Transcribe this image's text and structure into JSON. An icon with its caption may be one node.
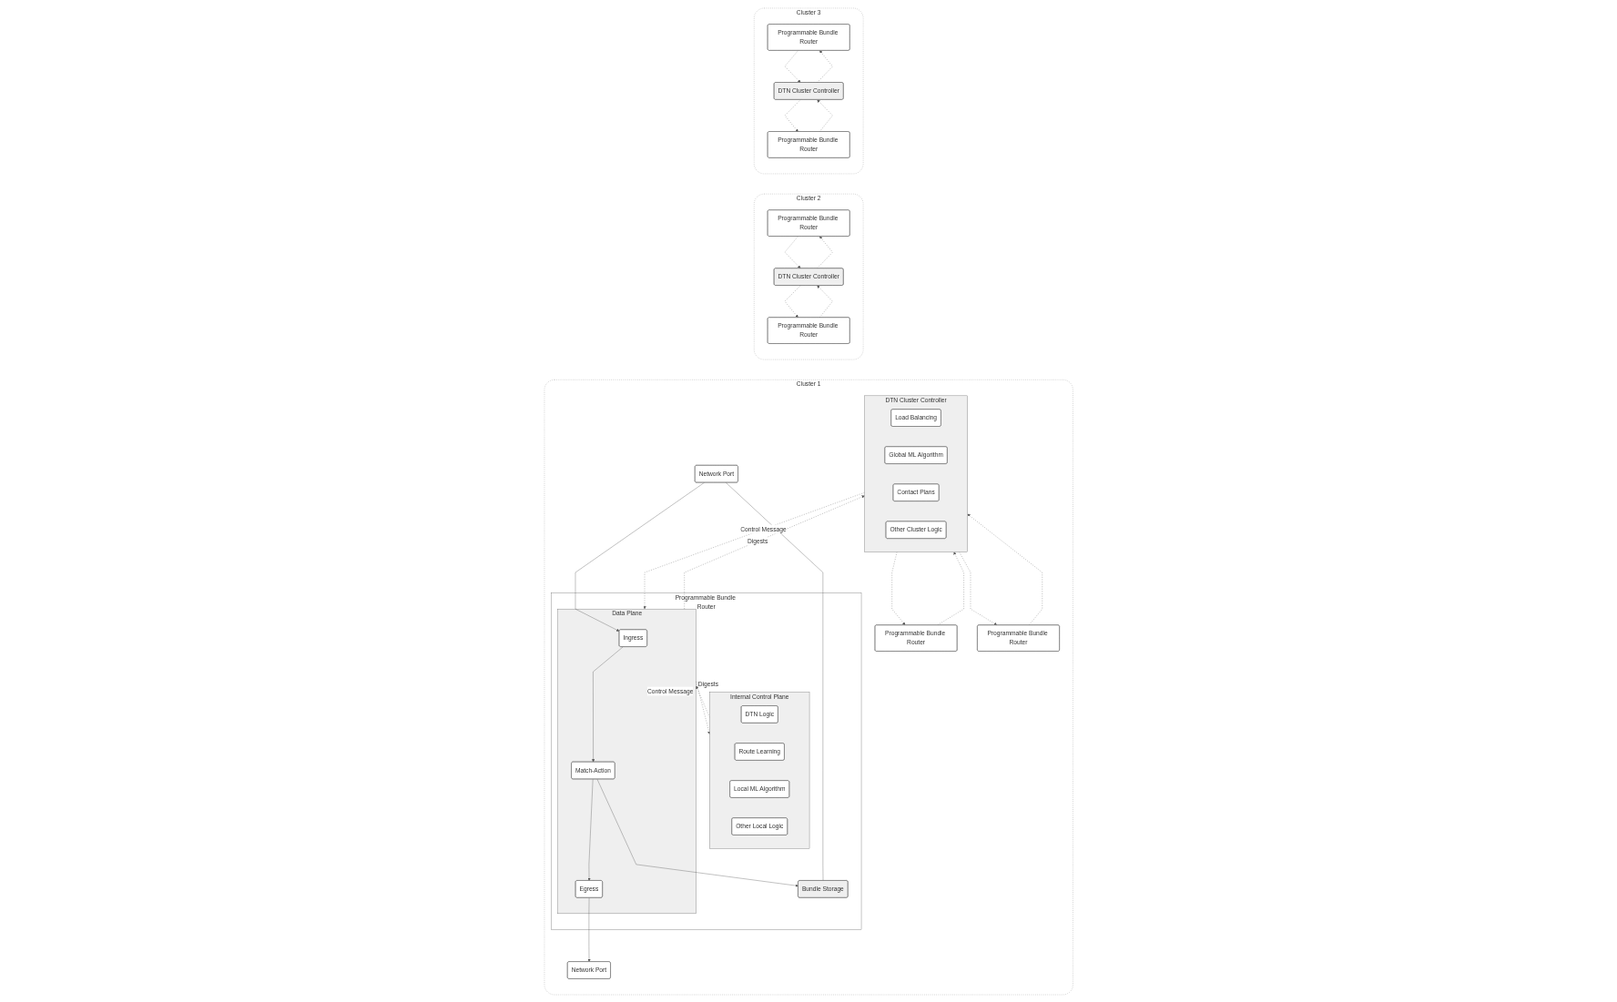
{
  "diagram": {
    "nodes": [
      {
        "text": [
          "Cluster 1"
        ]
      },
      {
        "text": [
          "Programmable Bundle Router"
        ],
        "in": 0
      },
      {
        "text": [
          "Bundle Storage"
        ],
        "in": 1
      },
      {
        "text": [
          "Internal Control Plane"
        ],
        "in": 1
      },
      {
        "text": [
          "DTN Logic"
        ],
        "in": 3
      },
      {
        "text": [
          "Route Learning"
        ],
        "in": 3
      },
      {
        "text": [
          "Local ML Algorithm"
        ],
        "in": 3
      },
      {
        "text": [
          "Other Local Logic"
        ],
        "in": 3
      },
      {
        "text": [
          "Data Plane"
        ],
        "in": 1
      },
      {
        "text": [
          "Ingress"
        ],
        "in": 8
      },
      {
        "text": [
          "Match-Action"
        ],
        "in": 8
      },
      {
        "text": [
          "Egress"
        ],
        "in": 8
      },
      {
        "text": [
          "Network Port"
        ],
        "in": 0
      },
      {
        "text": [
          "Network Port"
        ],
        "in": 0
      },
      {
        "text": [
          "DTN Cluster Controller"
        ],
        "in": 0
      },
      {
        "text": [
          "Load Balancing"
        ],
        "in": 14
      },
      {
        "text": [
          "Global ML Algorithm"
        ],
        "in": 14
      },
      {
        "text": [
          "Contact Plans"
        ],
        "in": 14
      },
      {
        "text": [
          "Other Cluster Logic"
        ],
        "in": 14
      },
      {
        "text": [
          "Programmable Bundle Router"
        ],
        "in": 0
      },
      {
        "text": [
          "Programmable Bundle Router"
        ],
        "in": 0
      },
      {
        "text": [
          "Cluster 2"
        ]
      },
      {
        "text": [
          "Programmable Bundle Router"
        ],
        "in": 21
      },
      {
        "text": [
          "DTN Cluster Controller"
        ],
        "in": 21
      },
      {
        "text": [
          "Programmable Bundle Router"
        ],
        "in": 21
      },
      {
        "text": [
          "Cluster 3"
        ]
      },
      {
        "text": [
          "Programmable Bundle Router"
        ],
        "in": 25
      },
      {
        "text": [
          "Programmable Bundle Router"
        ],
        "in": 25
      },
      {
        "text": [
          "DTN Cluster Controller"
        ],
        "in": 25
      }
    ],
    "edges": [
      {
        "from": 12,
        "to": 9,
        "arrow": "to"
      },
      {
        "from": 12,
        "to": 2,
        "arrow": "none"
      },
      {
        "from": 9,
        "to": 10,
        "arrow": "to"
      },
      {
        "from": 10,
        "to": 11,
        "arrow": "to"
      },
      {
        "from": 11,
        "to": 13,
        "arrow": "to"
      },
      {
        "from": 10,
        "to": 2,
        "arrow": "to"
      },
      {
        "from": 8,
        "to": 3,
        "arrow": "to",
        "label": "Digests",
        "style": "dashed"
      },
      {
        "from": 3,
        "to": 8,
        "arrow": "to",
        "label": "Control Message",
        "style": "dashed"
      },
      {
        "from": 8,
        "to": 14,
        "arrow": "to",
        "label": "Digests",
        "style": "dashed"
      },
      {
        "from": 14,
        "to": 8,
        "arrow": "to",
        "label": "Control Message",
        "style": "dashed"
      },
      {
        "from": 14,
        "to": 19,
        "arrow": "to",
        "style": "dashed"
      },
      {
        "from": 19,
        "to": 14,
        "arrow": "to",
        "style": "dashed"
      },
      {
        "from": 14,
        "to": 20,
        "arrow": "to",
        "style": "dashed"
      },
      {
        "from": 20,
        "to": 14,
        "arrow": "to",
        "style": "dashed"
      },
      {
        "from": 23,
        "to": 22,
        "arrow": "to",
        "style": "dashed"
      },
      {
        "from": 22,
        "to": 23,
        "arrow": "to",
        "style": "dashed"
      },
      {
        "from": 23,
        "to": 24,
        "arrow": "to",
        "style": "dashed"
      },
      {
        "from": 24,
        "to": 23,
        "arrow": "to",
        "style": "dashed"
      },
      {
        "from": 26,
        "to": 28,
        "arrow": "to",
        "style": "dashed"
      },
      {
        "from": 28,
        "to": 26,
        "arrow": "to",
        "style": "dashed"
      },
      {
        "from": 28,
        "to": 27,
        "arrow": "to",
        "style": "dashed"
      },
      {
        "from": 27,
        "to": 28,
        "arrow": "to",
        "style": "dashed"
      }
    ]
  }
}
